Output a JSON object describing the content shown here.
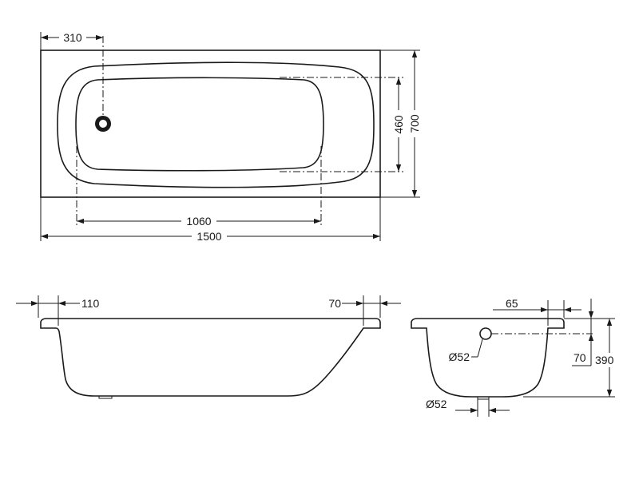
{
  "plan_view": {
    "dim_drain_offset": "310",
    "dim_inner_length": "1060",
    "dim_overall_length": "1500",
    "dim_inner_width": "460",
    "dim_overall_width": "700"
  },
  "side_view": {
    "dim_rim_left": "110",
    "dim_rim_right": "70"
  },
  "end_view": {
    "dim_rim_width": "65",
    "dim_overflow_diameter": "Ø52",
    "dim_overflow_height": "70",
    "dim_total_height": "390",
    "dim_drain_diameter": "Ø52"
  }
}
